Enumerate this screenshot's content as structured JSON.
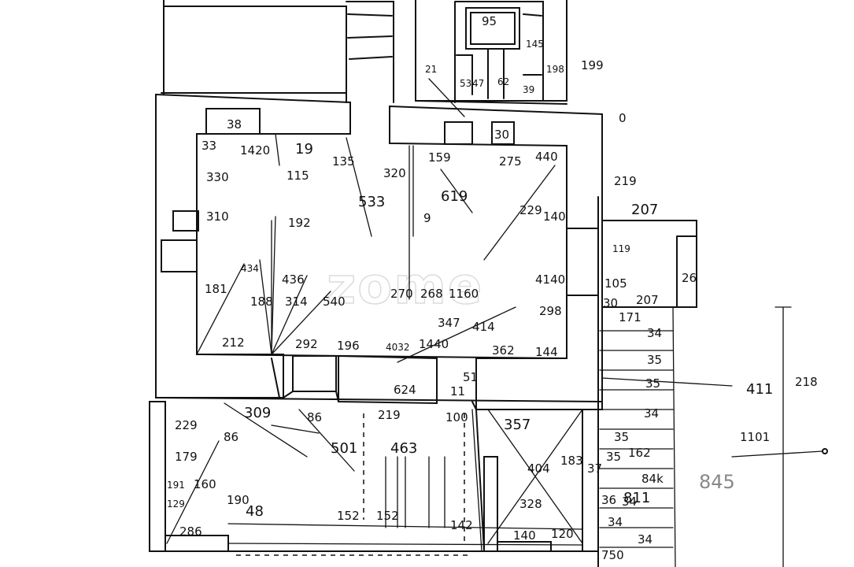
{
  "watermark": "zome",
  "dimensions": {
    "d95": "95",
    "d21": "21",
    "d199": "199",
    "d198": "198",
    "d39": "39",
    "d62": "62",
    "d53": "53",
    "d47": "47",
    "d145": "145",
    "d38": "38",
    "d33": "33",
    "d342": "330",
    "d1420": "1420",
    "d19": "19",
    "d115": "115",
    "d135": "135",
    "d533": "533",
    "d320": "320",
    "d159": "159",
    "d30": "30",
    "d275": "275",
    "d440": "440",
    "d219a": "219",
    "d0": "0",
    "d619": "619",
    "d229": "229",
    "d207a": "207",
    "d207b": "207",
    "d140": "140",
    "d4140": "4140",
    "d119": "119",
    "d26": "26",
    "d105": "105",
    "d30b": "30",
    "d171": "171",
    "d34a": "34",
    "d310": "310",
    "d192": "192",
    "d436": "436",
    "d9": "9",
    "d268": "268",
    "d270": "270",
    "d1160": "1160",
    "d181": "181",
    "d434": "434",
    "d188": "188",
    "d314": "314",
    "d540": "540",
    "d347": "347",
    "d414": "414",
    "d298": "298",
    "d212": "212",
    "d292": "292",
    "d196": "196",
    "d4032": "4032",
    "d1440": "1440",
    "d362": "362",
    "d144": "144",
    "d624": "624",
    "d11": "11",
    "d51": "51",
    "d309": "309",
    "d86a": "86",
    "d219b": "219",
    "d100": "100",
    "d357": "357",
    "d229b": "229",
    "d86b": "86",
    "d179": "179",
    "d501": "501",
    "d463": "463",
    "d160": "160",
    "d183": "183",
    "d404": "404",
    "d218": "218",
    "d191": "191",
    "d129": "129",
    "d286": "286",
    "d190": "190",
    "d48": "48",
    "d152a": "152",
    "d152b": "152",
    "d142": "142",
    "d328": "328",
    "d120": "120",
    "d140b": "140",
    "d162": "162",
    "d84k": "84k",
    "d845": "845",
    "d35a": "35",
    "d35b": "35",
    "d35c": "35",
    "d34b": "34",
    "d34c": "34",
    "d34d": "34",
    "d34e": "34",
    "d35d": "35",
    "d36": "36",
    "d811": "811",
    "d750": "750",
    "d37": "37",
    "d411": "411",
    "d1101": "1101"
  }
}
